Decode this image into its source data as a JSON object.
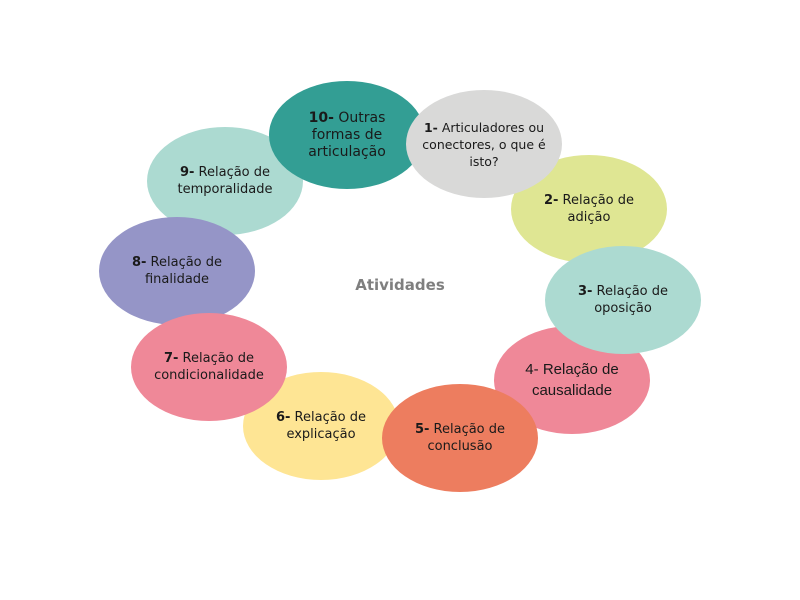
{
  "center_label": "Atividades",
  "nodes": [
    {
      "num": "1-",
      "text": "Articuladores ou conectores, o que é isto?",
      "color": "#d9d9d8"
    },
    {
      "num": "2-",
      "text": "Relação de adição",
      "color": "#dfe693"
    },
    {
      "num": "3-",
      "text": "Relação de oposição",
      "color": "#acdad1"
    },
    {
      "num": "4-",
      "text": "Relação de causalidade",
      "color": "#ef8898"
    },
    {
      "num": "5-",
      "text": "Relação de conclusão",
      "color": "#ed7d5f"
    },
    {
      "num": "6-",
      "text": "Relação de explicação",
      "color": "#fee594"
    },
    {
      "num": "7-",
      "text": "Relação de condicionalidade",
      "color": "#ef8898"
    },
    {
      "num": "8-",
      "text": "Relação de finalidade",
      "color": "#9595c7"
    },
    {
      "num": "9-",
      "text": "Relação de temporalidade",
      "color": "#acdad1"
    },
    {
      "num": "10-",
      "text": "Outras formas de articulação",
      "color": "#339e94"
    }
  ]
}
